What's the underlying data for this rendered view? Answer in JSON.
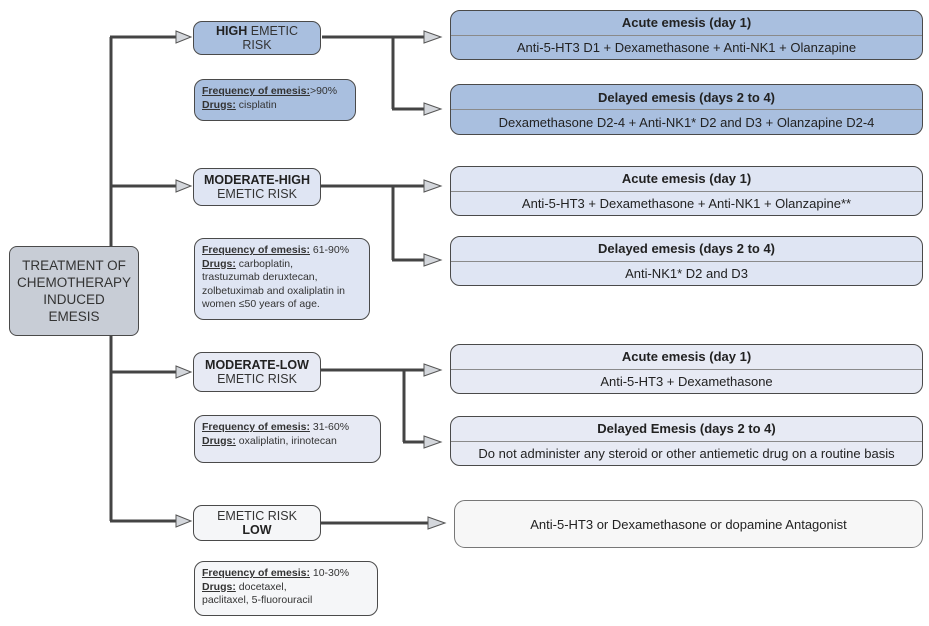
{
  "root": {
    "lines": [
      "TREATMENT OF",
      "CHEMOTHERAPY",
      "INDUCED",
      "EMESIS"
    ]
  },
  "high": {
    "risk": {
      "strong": "HIGH",
      "rest": "EMETIC",
      "line2": "RISK"
    },
    "frequency_label": "Frequency of emesis:",
    "frequency_value": ">90%",
    "drugs_label": "Drugs:",
    "drugs_value": "cisplatin",
    "acute": {
      "title": "Acute emesis (day 1)",
      "text": "Anti-5-HT3 D1 + Dexamethasone + Anti-NK1 + Olanzapine"
    },
    "delayed": {
      "title": "Delayed emesis (days 2 to 4)",
      "text": "Dexamethasone D2-4  + Anti-NK1* D2 and D3 + Olanzapine D2-4"
    }
  },
  "moderate_high": {
    "risk": {
      "line1": "MODERATE-HIGH",
      "line2": "EMETIC RISK"
    },
    "frequency_label": "Frequency of emesis:",
    "frequency_value": " 61-90%",
    "drugs_label": "Drugs:",
    "drugs_lines": [
      " carboplatin,",
      "trastuzumab deruxtecan,",
      "zolbetuximab and oxaliplatin in",
      "women ≤50 years of age."
    ],
    "acute": {
      "title": "Acute emesis (day 1)",
      "text": "Anti-5-HT3 + Dexamethasone + Anti-NK1 + Olanzapine**"
    },
    "delayed": {
      "title": "Delayed emesis (days 2 to 4)",
      "text": "Anti-NK1* D2 and D3"
    }
  },
  "moderate_low": {
    "risk": {
      "line1": "MODERATE-LOW",
      "line2": "EMETIC RISK"
    },
    "frequency_label": "Frequency of emesis:",
    "frequency_value": " 31-60%",
    "drugs_label": "Drugs:",
    "drugs_value": " oxaliplatin, irinotecan",
    "acute": {
      "title": "Acute emesis (day 1)",
      "text": "Anti-5-HT3 + Dexamethasone"
    },
    "delayed": {
      "title": "Delayed Emesis (days 2 to 4)",
      "text": "Do not administer any steroid or other antiemetic drug on a routine basis"
    }
  },
  "low": {
    "risk": {
      "line1": "EMETIC RISK",
      "strong": "LOW"
    },
    "frequency_label": "Frequency of emesis:",
    "frequency_value": " 10-30%",
    "drugs_label": "Drugs:",
    "drugs_lines": [
      " docetaxel,",
      "paclitaxel, 5-fluorouracil"
    ],
    "treatment": "Anti-5-HT3 or Dexamethasone or dopamine Antagonist"
  },
  "colors": {
    "high": "#a9bfdf",
    "moderate_high": "#dfe5f3",
    "moderate_low": "#e7eaf4",
    "low": "#f5f6f8",
    "root": "#c8cdd6",
    "connector": "#444444"
  }
}
